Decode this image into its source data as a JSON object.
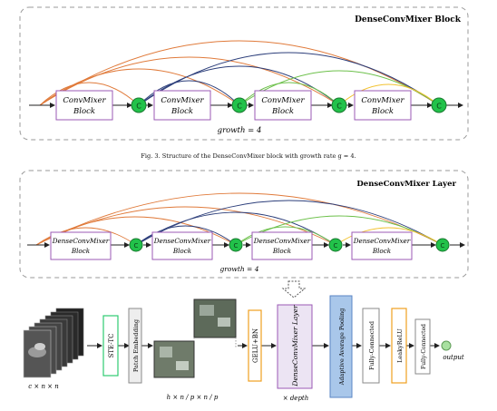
{
  "top_panel": {
    "title": "DenseConvMixer Block",
    "block_label_1": "ConvMixer",
    "block_label_2": "Block",
    "concat_symbol": "C",
    "growth": "growth = 4"
  },
  "caption": "Fig. 3.  Structure of the DenseConvMixer block with growth rate g = 4.",
  "mid_panel": {
    "title": "DenseConvMixer  Layer",
    "block_label_1": "DenseConvMixer",
    "block_label_2": "Block",
    "concat_symbol": "C",
    "growth": "growth = 4"
  },
  "pipeline": {
    "input_dims": "c × n × n",
    "ste_tc": "STE-TC",
    "patch_embedding": "Patch Embedding",
    "patch_dims": "h × n / p × n / p",
    "gelu_bn": "GELU+BN",
    "layer_label": "DenseConvMixer Layer",
    "depth": "× depth",
    "adaptive_pool": "Adaptive Average Pooling",
    "fc1": "Fully-Connected",
    "leaky": "LeakyReLU",
    "fc2": "Fully-Connected",
    "output": "output"
  },
  "colors": {
    "orange": "#e07a3a",
    "navy": "#2c3e7a",
    "green_line": "#6cc04a",
    "yellow": "#f2c230",
    "node_green": "#22c24a",
    "block_border": "#9b59b6"
  }
}
